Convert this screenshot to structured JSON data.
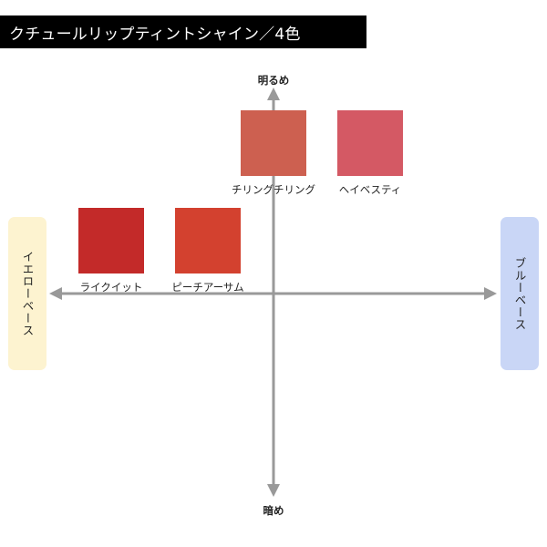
{
  "title": "クチュールリップティントシャイン／4色",
  "axes": {
    "top_label": "明るめ",
    "bottom_label": "暗め",
    "left_label": "イエローベース",
    "right_label": "ブルーベース"
  },
  "colors": {
    "yellow_base_bg": "#fdf3d0",
    "blue_base_bg": "#c9d6f6",
    "axis": "#999999"
  },
  "swatches": [
    {
      "name": "チリングチリング",
      "color": "#cd6050"
    },
    {
      "name": "ヘイベスティ",
      "color": "#d45964"
    },
    {
      "name": "ライクイット",
      "color": "#c32a29"
    },
    {
      "name": "ピーチアーサム",
      "color": "#d3412f"
    }
  ]
}
